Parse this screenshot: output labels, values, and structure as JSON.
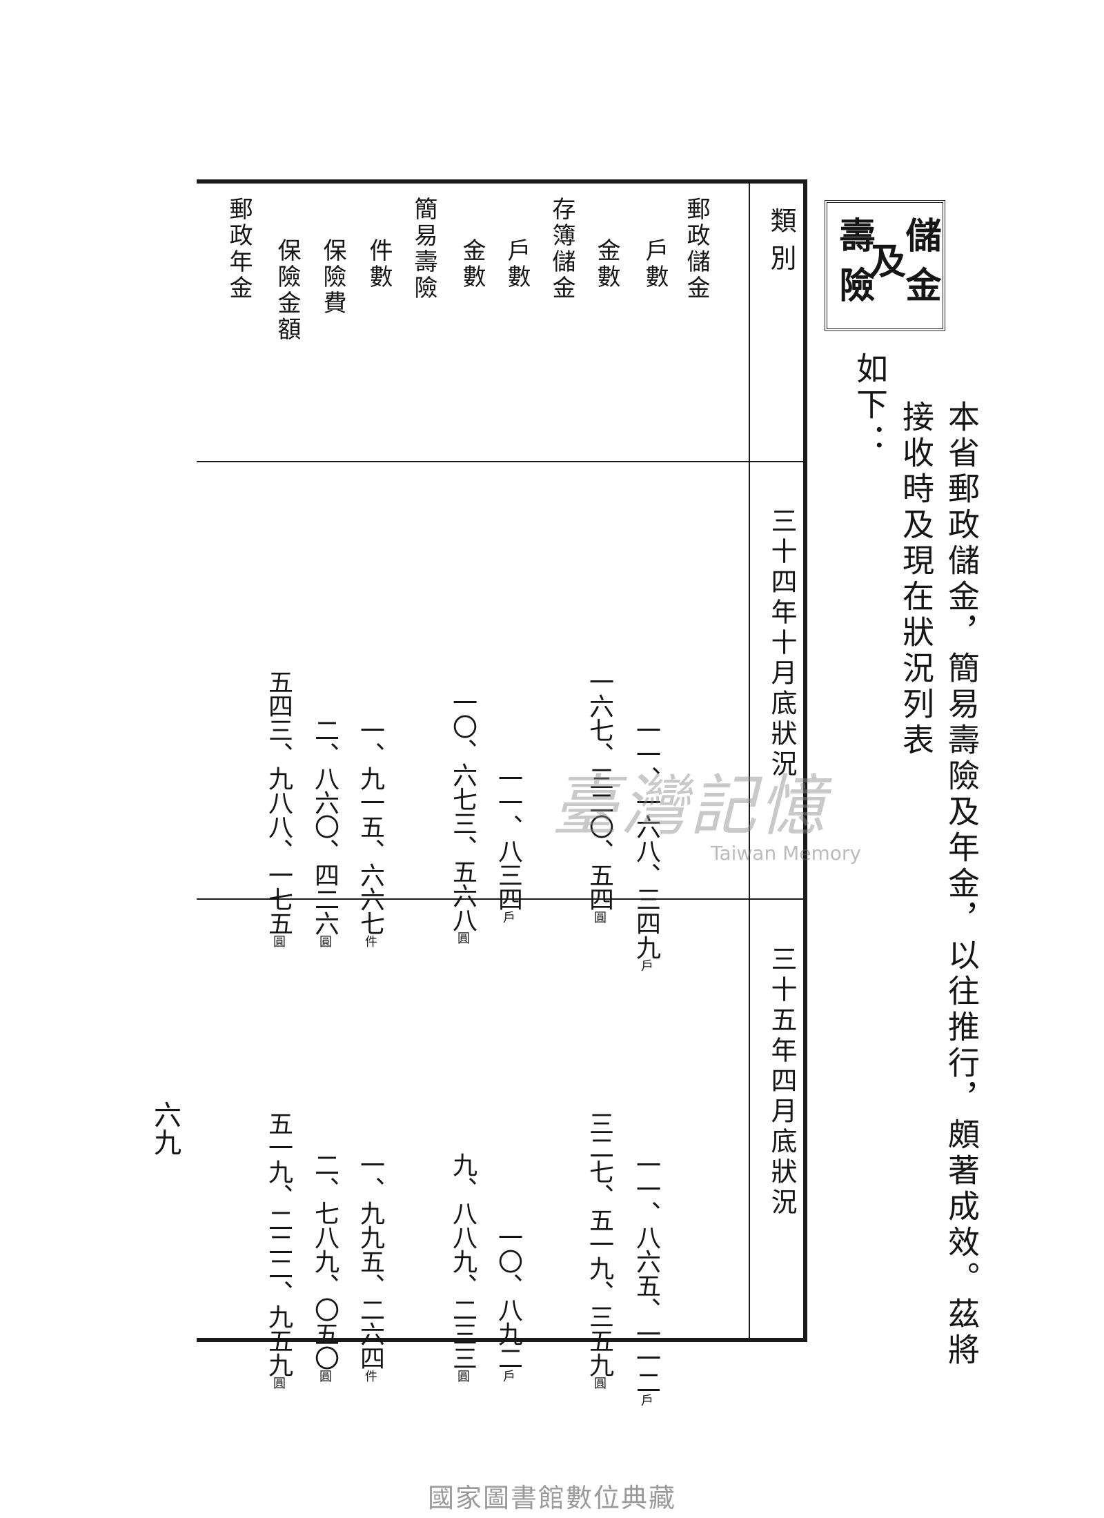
{
  "section_title": {
    "line1": "儲金",
    "line2": "及",
    "line3": "壽險"
  },
  "intro": {
    "main": "本省郵政儲金，簡易壽險及年金，以往推行，頗著成效。茲將接收時及現在狀況列表",
    "continuation": "如下："
  },
  "table": {
    "category_header": "類別",
    "columns": [
      {
        "name": "郵政儲金戶數",
        "group": "郵政儲金",
        "item": "戶數",
        "v1": "一一、一六八、三四九",
        "u1": "戶",
        "v2": "一一、八六五、一一二",
        "u2": "戶"
      },
      {
        "name": "郵政儲金金數",
        "group": "",
        "item": "金數",
        "v1": "一六七、三二〇、五四",
        "u1": "圓",
        "v2": "三二七、五一九、三五九",
        "u2": "圓"
      },
      {
        "name": "存簿儲金戶數",
        "group": "存簿儲金",
        "item": "戶數",
        "v1": "一一、八三四",
        "u1": "戶",
        "v2": "一〇、八九二",
        "u2": "戶"
      },
      {
        "name": "存簿儲金金數",
        "group": "",
        "item": "金數",
        "v1": "一〇、六七三、五六八",
        "u1": "圓",
        "v2": "九、八八九、二三三",
        "u2": "圓"
      },
      {
        "name": "簡易壽險件數",
        "group": "簡易壽險",
        "item": "件數",
        "v1": "一、九一五、六六七",
        "u1": "件",
        "v2": "一、九九五、二六四",
        "u2": "件"
      },
      {
        "name": "簡易壽險保險費",
        "group": "",
        "item": "保險費",
        "v1": "二、八六〇、四二六",
        "u1": "圓",
        "v2": "二、七八九、〇五〇",
        "u2": "圓"
      },
      {
        "name": "簡易壽險保險金額",
        "group": "",
        "item": "保險金額",
        "v1": "五四三、九八八、一七五",
        "u1": "圓",
        "v2": "五一九、二二二、九五九",
        "u2": "圓"
      },
      {
        "name": "郵政年金",
        "group": "郵政年金",
        "item": "",
        "v1": "",
        "u1": "",
        "v2": "",
        "u2": ""
      }
    ],
    "period1": "三十四年十月底狀況",
    "period2": "三十五年四月底狀況"
  },
  "page_number": "六九",
  "watermark": {
    "glyphs": "臺灣記憶",
    "english": "Taiwan Memory"
  },
  "footer": "國家圖書館數位典藏"
}
